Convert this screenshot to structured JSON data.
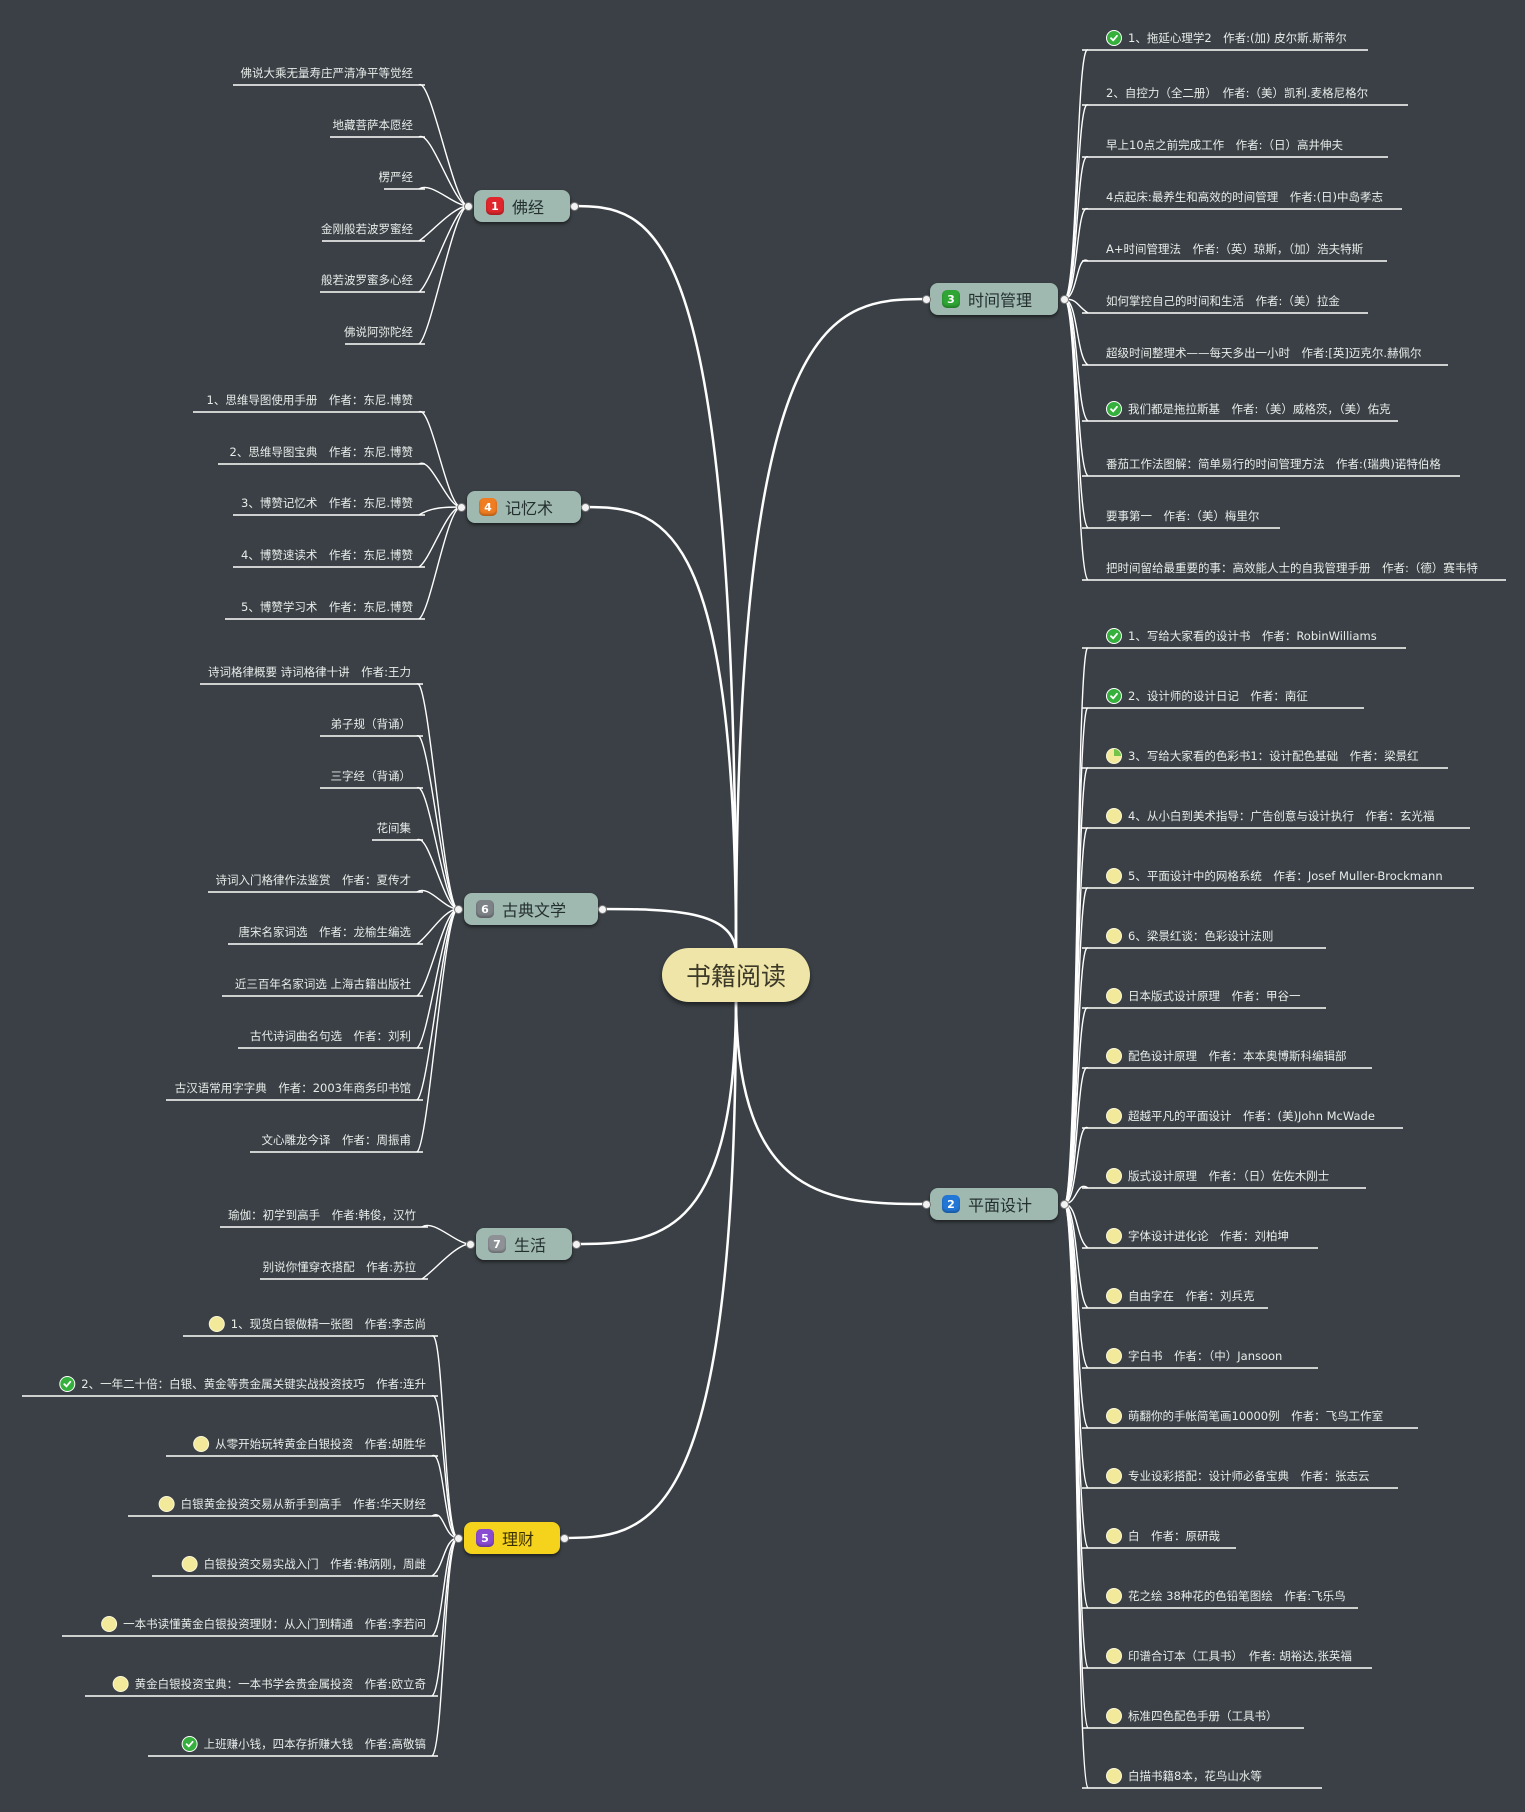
{
  "mindmap": {
    "root": "书籍阅读",
    "icons": {
      "done": "check-circle-icon",
      "todo": "circle-icon",
      "in_progress": "quarter-circle-icon"
    },
    "colors": {
      "background": "#3a4045",
      "line": "#ffffff",
      "root": "#efe5a8",
      "topic": "#9fb8b0",
      "topic_finance": "#f5d21c"
    },
    "branches": [
      {
        "id": "fojing",
        "label": "佛经",
        "badge": "1",
        "badge_color": "#e0262c",
        "side": "left",
        "items": [
          {
            "text": "佛说大乘无量寿庄严清净平等觉经"
          },
          {
            "text": "地藏菩萨本愿经"
          },
          {
            "text": "楞严经"
          },
          {
            "text": "金刚般若波罗蜜经"
          },
          {
            "text": "般若波罗蜜多心经"
          },
          {
            "text": "佛说阿弥陀经"
          }
        ]
      },
      {
        "id": "jiyi",
        "label": "记忆术",
        "badge": "4",
        "badge_color": "#f07d21",
        "side": "left",
        "items": [
          {
            "text": "1、思维导图使用手册　作者：东尼.博赞"
          },
          {
            "text": "2、思维导图宝典　作者：东尼.博赞"
          },
          {
            "text": "3、博赞记忆术　作者：东尼.博赞"
          },
          {
            "text": "4、博赞速读术　作者：东尼.博赞"
          },
          {
            "text": "5、博赞学习术　作者：东尼.博赞"
          }
        ]
      },
      {
        "id": "gudian",
        "label": "古典文学",
        "badge": "6",
        "badge_color": "#7d8287",
        "side": "left",
        "items": [
          {
            "text": "诗词格律概要 诗词格律十讲　作者:王力"
          },
          {
            "text": "弟子规（背诵）"
          },
          {
            "text": "三字经（背诵）"
          },
          {
            "text": "花间集"
          },
          {
            "text": "诗词入门格律作法鉴赏　作者：夏传才"
          },
          {
            "text": "唐宋名家词选　作者：龙榆生编选"
          },
          {
            "text": "近三百年名家词选 上海古籍出版社"
          },
          {
            "text": "古代诗词曲名句选　作者：刘利"
          },
          {
            "text": "古汉语常用字字典　作者：2003年商务印书馆"
          },
          {
            "text": "文心雕龙今译　作者：周振甫"
          }
        ]
      },
      {
        "id": "shenghuo",
        "label": "生活",
        "badge": "7",
        "badge_color": "#8e9296",
        "side": "left",
        "items": [
          {
            "text": "瑜伽：初学到高手　作者:韩俊，汉竹"
          },
          {
            "text": "别说你懂穿衣搭配　作者:苏拉"
          }
        ]
      },
      {
        "id": "licai",
        "label": "理财",
        "badge": "5",
        "badge_color": "#8a4bd3",
        "side": "left",
        "finance": true,
        "items": [
          {
            "text": "1、现货白银做精一张图　作者:李志尚",
            "status": "todo"
          },
          {
            "text": "2、一年二十倍：白银、黄金等贵金属关键实战投资技巧　作者:连升",
            "status": "done"
          },
          {
            "text": "从零开始玩转黄金白银投资　作者:胡胜华",
            "status": "todo"
          },
          {
            "text": "白银黄金投资交易从新手到高手　作者:华天财经",
            "status": "todo"
          },
          {
            "text": "白银投资交易实战入门　作者:韩炳刚，周雌",
            "status": "todo"
          },
          {
            "text": "一本书读懂黄金白银投资理财：从入门到精通　作者:李若问",
            "status": "todo"
          },
          {
            "text": "黄金白银投资宝典：一本书学会贵金属投资　作者:欧立奇",
            "status": "todo"
          },
          {
            "text": "上班赚小钱，四本存折赚大钱　作者:高敬镐",
            "status": "done"
          }
        ]
      },
      {
        "id": "shijian",
        "label": "时间管理",
        "badge": "3",
        "badge_color": "#2fa534",
        "side": "right",
        "items": [
          {
            "text": "1、拖延心理学2　作者:(加) 皮尔斯.斯蒂尔",
            "status": "done"
          },
          {
            "text": "2、自控力（全二册）　作者:（美）凯利.麦格尼格尔"
          },
          {
            "text": "早上10点之前完成工作　作者:（日）高井伸夫"
          },
          {
            "text": "4点起床:最养生和高效的时间管理　作者:(日)中岛孝志"
          },
          {
            "text": "A+时间管理法　作者:（英）琼斯，（加）浩夫特斯"
          },
          {
            "text": "如何掌控自己的时间和生活　作者:（美）拉金"
          },
          {
            "text": "超级时间整理术——每天多出一小时　作者:[英]迈克尔.赫佩尔"
          },
          {
            "text": "我们都是拖拉斯基　作者:（美）威格茨，（美）佑克",
            "status": "done"
          },
          {
            "text": "番茄工作法图解：简单易行的时间管理方法　作者:(瑞典)诺特伯格"
          },
          {
            "text": "要事第一　作者:（美）梅里尔"
          },
          {
            "text": "把时间留给最重要的事：高效能人士的自我管理手册　作者:（德）赛韦特"
          }
        ]
      },
      {
        "id": "pingmian",
        "label": "平面设计",
        "badge": "2",
        "badge_color": "#2276d6",
        "side": "right",
        "items": [
          {
            "text": "1、写给大家看的设计书　作者：RobinWilliams",
            "status": "done"
          },
          {
            "text": "2、设计师的设计日记　作者：南征",
            "status": "done"
          },
          {
            "text": "3、写给大家看的色彩书1：设计配色基础　作者：梁景红",
            "status": "in_progress"
          },
          {
            "text": "4、从小白到美术指导：广告创意与设计执行　作者：玄光福",
            "status": "todo"
          },
          {
            "text": "5、平面设计中的网格系统　作者：Josef Muller-Brockmann",
            "status": "todo"
          },
          {
            "text": "6、梁景红谈：色彩设计法则",
            "status": "todo"
          },
          {
            "text": "日本版式设计原理　作者：甲谷一",
            "status": "todo"
          },
          {
            "text": "配色设计原理　作者：本本奥博斯科编辑部",
            "status": "todo"
          },
          {
            "text": "超越平凡的平面设计　作者：(美)John McWade",
            "status": "todo"
          },
          {
            "text": "版式设计原理　作者：（日）佐佐木刚士",
            "status": "todo"
          },
          {
            "text": "字体设计进化论　作者：刘柏坤",
            "status": "todo"
          },
          {
            "text": "自由字在　作者：刘兵克",
            "status": "todo"
          },
          {
            "text": "字白书　作者：（中）Jansoon",
            "status": "todo"
          },
          {
            "text": "萌翻你的手帐简笔画10000例　作者：飞鸟工作室",
            "status": "todo"
          },
          {
            "text": "专业设彩搭配：设计师必备宝典　作者：张志云",
            "status": "todo"
          },
          {
            "text": "白　作者：原研哉",
            "status": "todo"
          },
          {
            "text": "花之绘 38种花的色铅笔图绘　作者:飞乐鸟",
            "status": "todo"
          },
          {
            "text": "印谱合订本（工具书）　作者: 胡裕达,张英福",
            "status": "todo"
          },
          {
            "text": "标准四色配色手册（工具书）",
            "status": "todo"
          },
          {
            "text": "白描书籍8本，花鸟山水等",
            "status": "todo"
          }
        ]
      }
    ]
  }
}
